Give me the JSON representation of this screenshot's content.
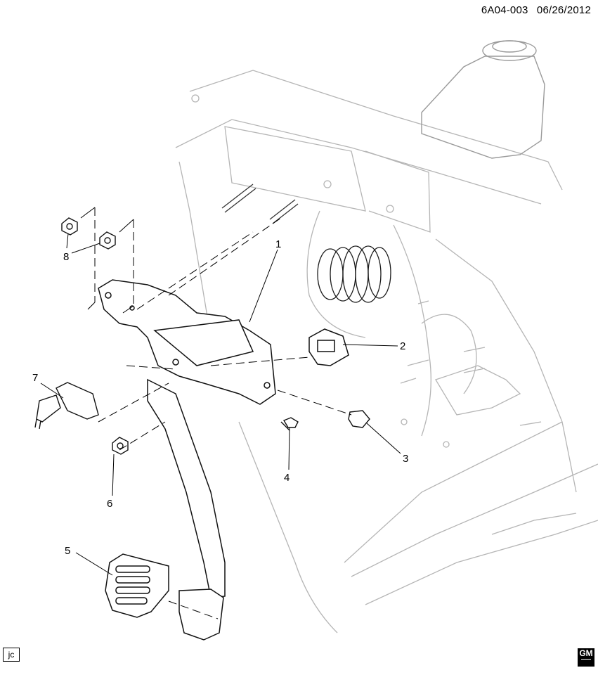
{
  "header": {
    "diagram_code": "6A04-003",
    "date": "06/26/2012"
  },
  "callouts": [
    "1",
    "2",
    "3",
    "4",
    "5",
    "6",
    "7",
    "8"
  ],
  "footer": {
    "corner_tag": "jc",
    "logo_text": "GM"
  }
}
